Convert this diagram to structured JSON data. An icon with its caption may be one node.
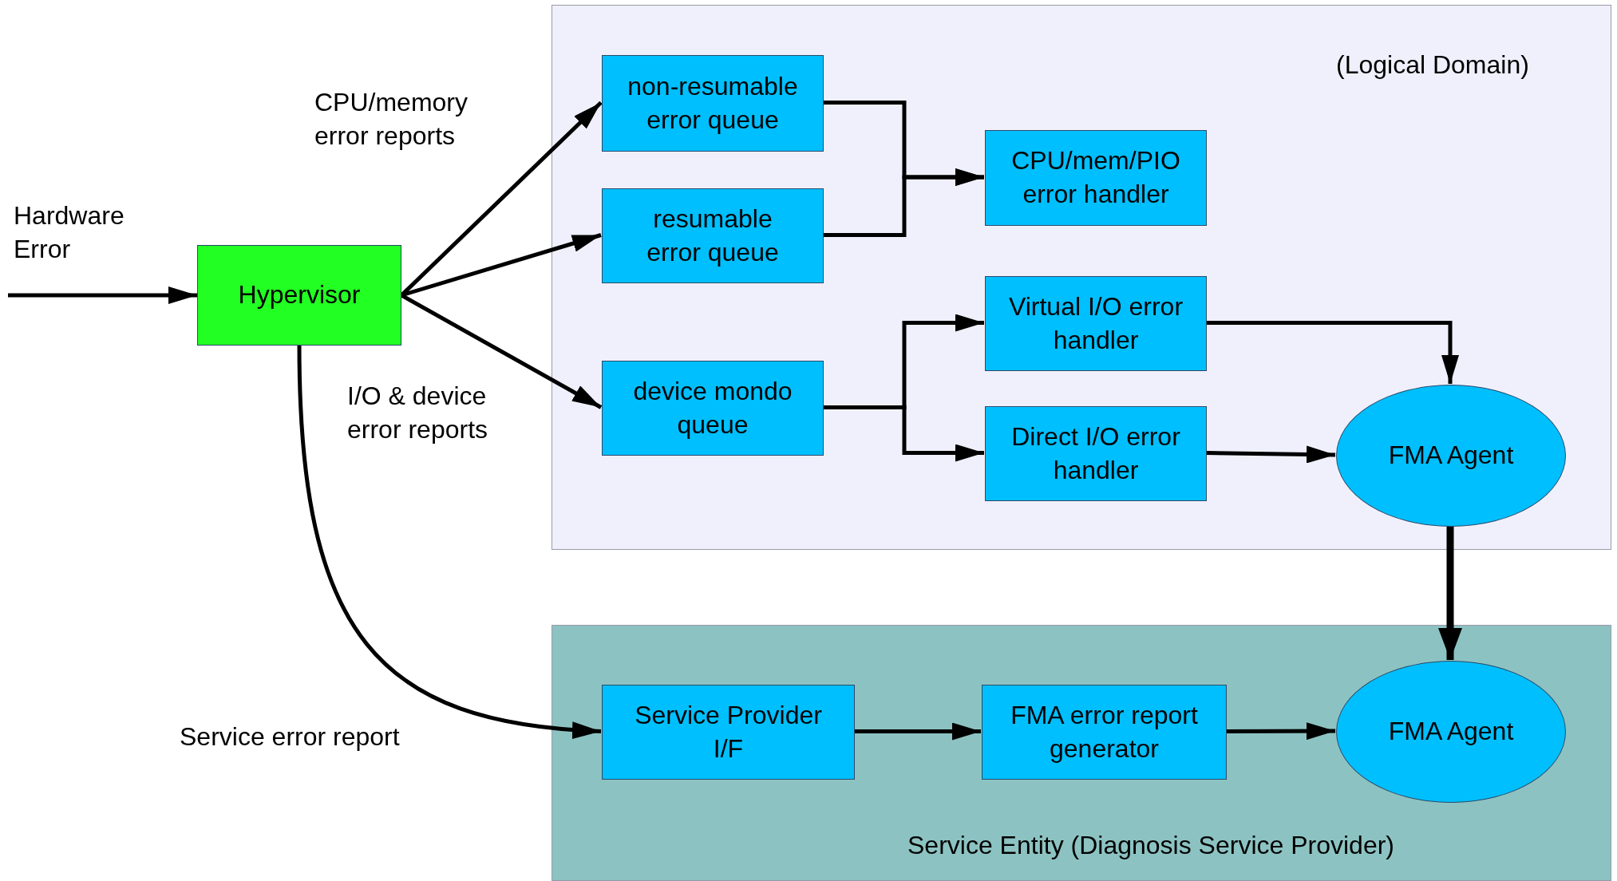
{
  "diagram": {
    "nodes": [
      {
        "text": [
          "(Logical Domain)"
        ]
      },
      {
        "text": [
          "Hypervisor"
        ]
      },
      {
        "text": [
          "non-resumable error queue"
        ],
        "in": 0
      },
      {
        "text": [
          "resumable error queue"
        ],
        "in": 0
      },
      {
        "text": [
          "device mondo queue"
        ],
        "in": 0
      },
      {
        "text": [
          "CPU/mem/PIO error handler"
        ],
        "in": 0
      },
      {
        "text": [
          "Virtual I/O error handler"
        ],
        "in": 0
      },
      {
        "text": [
          "Direct I/O error handler"
        ],
        "in": 0
      },
      {
        "text": [
          "FMA Agent"
        ],
        "in": 0
      },
      {
        "text": [
          "Service Entity (Diagnosis Service Provider)"
        ]
      },
      {
        "text": [
          "Service Provider I/F"
        ],
        "in": 9
      },
      {
        "text": [
          "FMA error report generator"
        ],
        "in": 9
      },
      {
        "text": [
          "FMA Agent"
        ],
        "in": 9
      }
    ],
    "edges": [
      {
        "from": null,
        "to": 1,
        "arrow": "to"
      },
      {
        "from": 1,
        "to": 2,
        "arrow": "to"
      },
      {
        "from": 1,
        "to": 3,
        "arrow": "to"
      },
      {
        "from": 1,
        "to": 4,
        "arrow": "to"
      },
      {
        "from": 1,
        "to": 10,
        "arrow": "to"
      },
      {
        "from": 2,
        "to": 5,
        "arrow": "to"
      },
      {
        "from": 3,
        "to": 5,
        "arrow": "to"
      },
      {
        "from": 4,
        "to": 6,
        "arrow": "to"
      },
      {
        "from": 4,
        "to": 7,
        "arrow": "to"
      },
      {
        "from": 6,
        "to": 8,
        "arrow": "to"
      },
      {
        "from": 7,
        "to": 8,
        "arrow": "to"
      },
      {
        "from": 8,
        "to": 12,
        "arrow": "to",
        "style": "thick"
      },
      {
        "from": 10,
        "to": 11,
        "arrow": "to"
      },
      {
        "from": 11,
        "to": 12,
        "arrow": "to"
      }
    ],
    "labels": [
      "Hardware Error",
      "CPU/memory error reports",
      "I/O & device error reports",
      "Service error report"
    ]
  }
}
